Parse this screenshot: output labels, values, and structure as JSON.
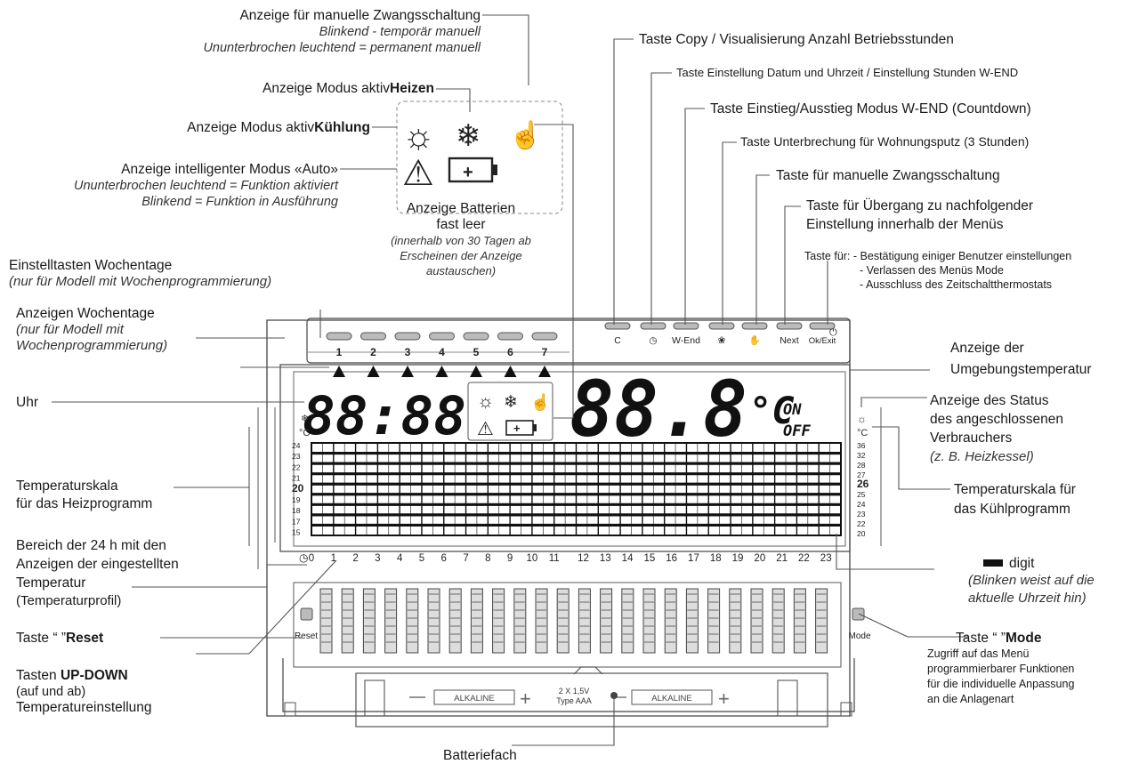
{
  "labels": {
    "manual_indicator": {
      "main": "Anzeige für manuelle Zwangsschaltung",
      "sub1": "Blinkend - temporär manuell",
      "sub2": "Ununterbrochen leuchtend = permanent manuell"
    },
    "heat_indicator": {
      "main": "Anzeige Modus aktiv",
      "bold": "Heizen"
    },
    "cool_indicator": {
      "main": "Anzeige Modus aktiv",
      "bold": "Kühlung"
    },
    "auto_indicator": {
      "main": "Anzeige intelligenter Modus «Auto»",
      "sub1": "Ununterbrochen leuchtend = Funktion aktiviert",
      "sub2": "Blinkend = Funktion in Ausführung"
    },
    "battery_indicator": {
      "main1": "Anzeige Batterien",
      "main2": "fast leer",
      "sub1": "(innerhalb von 30 Tagen ab",
      "sub2": "Erscheinen der Anzeige",
      "sub3": "austauschen)"
    },
    "weekday_keys": {
      "main": "Einstelltasten Wochentage",
      "sub": "(nur für Modell mit Wochenprogrammierung)"
    },
    "weekday_display": {
      "main": "Anzeigen Wochentage",
      "sub1": "(nur für Modell mit",
      "sub2": "Wochenprogrammierung)"
    },
    "clock": "Uhr",
    "heat_scale": {
      "line1": "Temperaturskala",
      "line2": "für das Heizprogramm"
    },
    "range_24h": {
      "line1": "Bereich der 24 h mit den",
      "line2": "Anzeigen der eingestellten",
      "line3": "Temperatur",
      "line4": "(Temperaturprofil)"
    },
    "reset_key": {
      "pre": "Taste “ ”",
      "bold": "Reset"
    },
    "updown_keys": {
      "pre": "Tasten ",
      "bold": "UP-DOWN",
      "line2": "(auf und ab)",
      "line3": "Temperatureinstellung"
    },
    "battery_compartment": "Batteriefach",
    "copy_key": "Taste Copy / Visualisierung Anzahl Betriebsstunden",
    "datetime_key": "Taste Einstellung Datum und Uhrzeit / Einstellung Stunden W-END",
    "wend_key": "Taste Einstieg/Ausstieg Modus  W-END (Countdown)",
    "cleaning_key": "Taste Unterbrechung für Wohnungsputz (3 Stunden)",
    "manual_key": "Taste für manuelle Zwangsschaltung",
    "next_key": {
      "line1": "Taste für Übergang zu nachfolgender",
      "line2": "Einstellung innerhalb der Menüs"
    },
    "ok_key": {
      "head": "Taste für:",
      "item1": "- Bestätigung einiger Benutzer einstellungen",
      "item2": "- Verlassen des Menüs Mode",
      "item3": "- Ausschluss des Zeitschaltthermostats"
    },
    "ambient_temp": {
      "line1": "Anzeige der",
      "line2": "Umgebungstemperatur"
    },
    "load_status": {
      "line1": "Anzeige des Status",
      "line2": "des angeschlossenen",
      "line3": "Verbrauchers",
      "sub": "(z. B. Heizkessel)"
    },
    "cool_scale": {
      "line1": "Temperaturskala für",
      "line2": "das Kühlprogramm"
    },
    "digit": {
      "main": "digit",
      "sub1": "(Blinken weist auf die",
      "sub2": "aktuelle Uhrzeit hin)"
    },
    "mode_key": {
      "pre": "Taste “ ”",
      "bold": "Mode",
      "sub1": "Zugriff auf das Menü",
      "sub2": "programmierbarer Funktionen",
      "sub3": "für die individuelle Anpassung",
      "sub4": "an die Anlagenart"
    }
  },
  "device": {
    "day_numbers": [
      "1",
      "2",
      "3",
      "4",
      "5",
      "6",
      "7"
    ],
    "top_buttons": [
      "C",
      "◷",
      "W-End",
      "❀",
      "✋",
      "Next",
      "Ok/Exit"
    ],
    "clock_display": "88:88",
    "temp_display": "88.8",
    "temp_unit": "°C",
    "on_text": "ON",
    "off_text": "OFF",
    "unit_left": "°C",
    "unit_right": "°C",
    "scale_left": [
      "24",
      "23",
      "22",
      "21",
      "20",
      "19",
      "18",
      "17",
      "15"
    ],
    "scale_right": [
      "36",
      "32",
      "28",
      "27",
      "26",
      "25",
      "24",
      "23",
      "22",
      "20"
    ],
    "hours": [
      "0",
      "1",
      "2",
      "3",
      "4",
      "5",
      "6",
      "7",
      "8",
      "9",
      "10",
      "11",
      "12",
      "13",
      "14",
      "15",
      "16",
      "17",
      "18",
      "19",
      "20",
      "21",
      "22",
      "23"
    ],
    "reset_label": "Reset",
    "mode_label": "Mode",
    "battery_text": "ALKALINE",
    "battery_spec_1": "2 X 1,5V",
    "battery_spec_2": "Type AAA"
  }
}
